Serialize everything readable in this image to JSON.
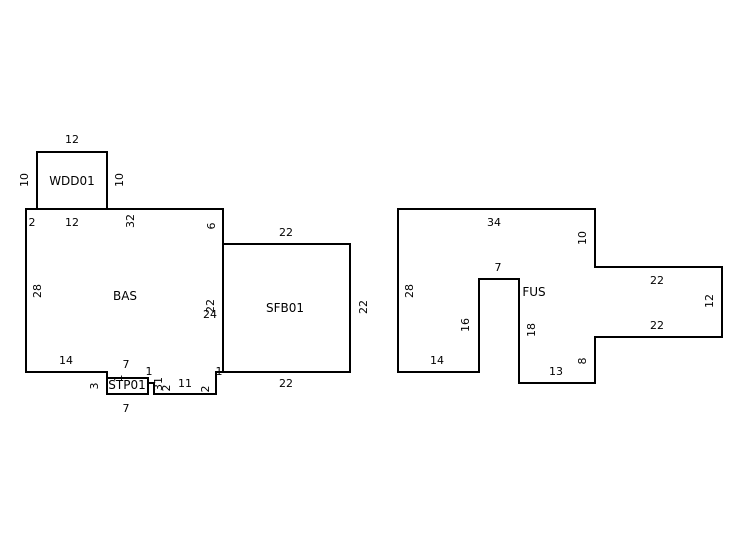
{
  "areas": {
    "wdd": {
      "label": "WDD01"
    },
    "bas": {
      "label": "BAS"
    },
    "sfb": {
      "label": "SFB01"
    },
    "stp": {
      "label": "STP01"
    },
    "fus": {
      "label": "FUS"
    }
  },
  "dims": {
    "wdd_top": "12",
    "wdd_left": "10",
    "wdd_right": "10",
    "bas_2": "2",
    "bas_12": "12",
    "bas_32": "32",
    "bas_6": "6",
    "bas_28": "28",
    "bas_22": "22",
    "bas_24": "24",
    "bas_14": "14",
    "bas_7": "7",
    "bas_1a": "1",
    "bas_1b": "1",
    "bas_31": "31",
    "bas_2b": "2",
    "bas_11": "11",
    "bas_2c": "2",
    "bas_1c": "1",
    "stp_3": "3",
    "stp_7": "7",
    "sfb_top": "22",
    "sfb_right": "22",
    "sfb_bottom": "22",
    "fus_34": "34",
    "fus_10": "10",
    "fus_22a": "22",
    "fus_12": "12",
    "fus_22b": "22",
    "fus_8": "8",
    "fus_13": "13",
    "fus_18": "18",
    "fus_7": "7",
    "fus_16": "16",
    "fus_14": "14",
    "fus_28": "28"
  }
}
